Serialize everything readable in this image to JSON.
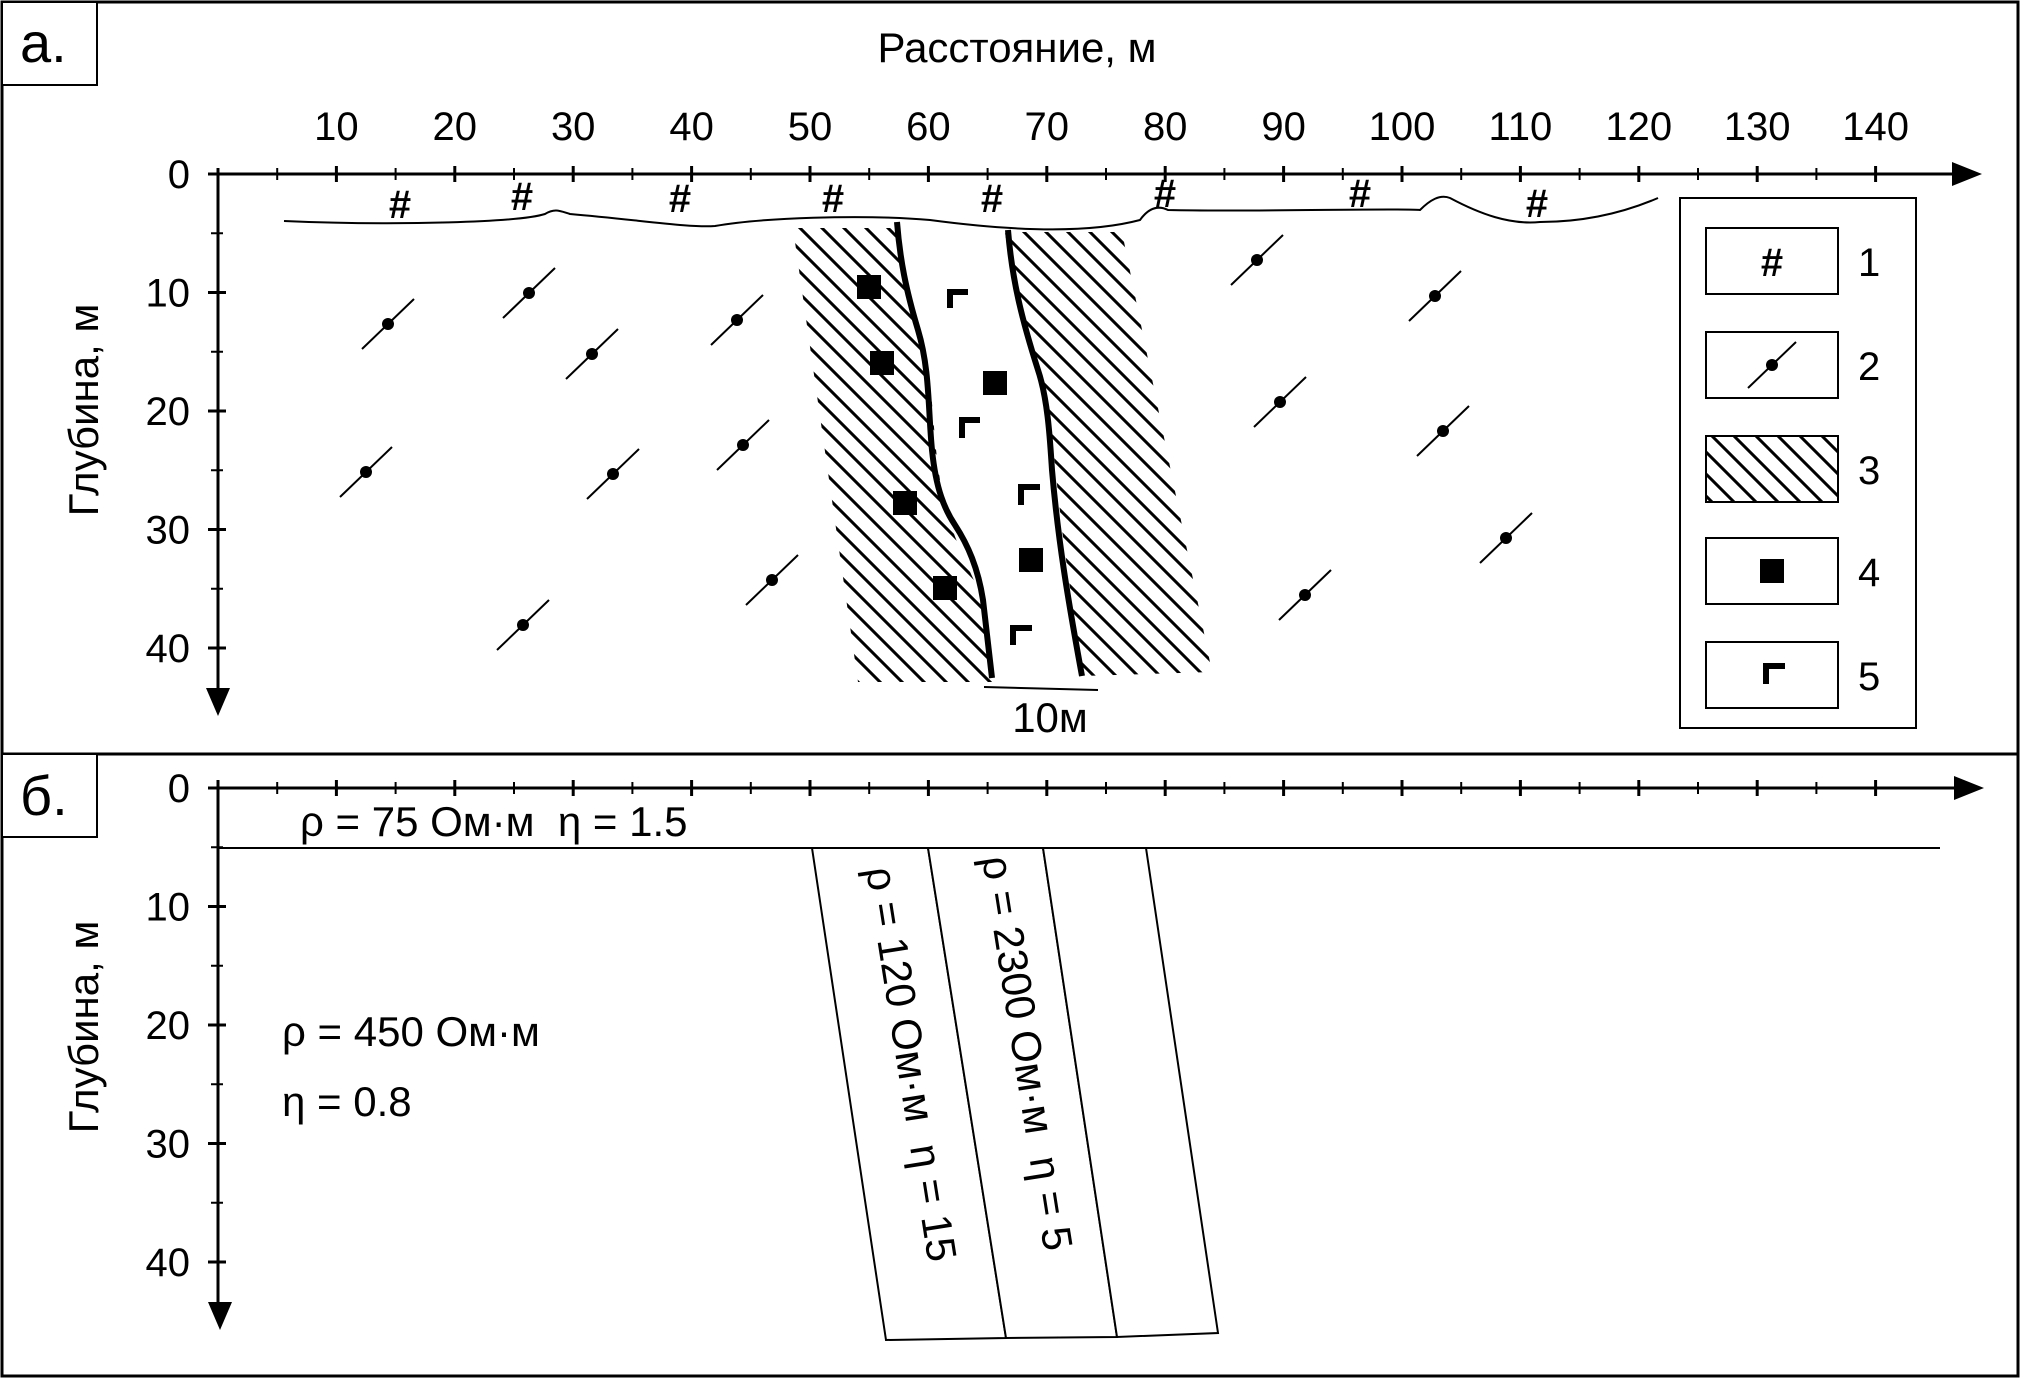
{
  "panel_a": {
    "label": "а.",
    "x_axis_title": "Расстояние, м",
    "y_axis_title": "Глубина, м",
    "x_ticks": [
      "10",
      "20",
      "30",
      "40",
      "50",
      "60",
      "70",
      "80",
      "90",
      "100",
      "110",
      "120",
      "130",
      "140"
    ],
    "y_ticks": [
      "0",
      "10",
      "20",
      "30",
      "40"
    ],
    "scale_bar": "10м",
    "legend": [
      {
        "num": "1",
        "icon": "hash-symbol-icon",
        "symbol": "#"
      },
      {
        "num": "2",
        "icon": "dip-tick-icon"
      },
      {
        "num": "3",
        "icon": "diagonal-hatch-icon"
      },
      {
        "num": "4",
        "icon": "filled-square-icon"
      },
      {
        "num": "5",
        "icon": "corner-bracket-icon"
      }
    ],
    "topsoil_symbol": "#"
  },
  "panel_b": {
    "label": "б.",
    "y_axis_title": "Глубина, м",
    "y_ticks": [
      "0",
      "10",
      "20",
      "30",
      "40"
    ],
    "top_layer": "ρ = 75 Ом·м  η = 1.5",
    "host_rho": "ρ = 450 Ом·м",
    "host_eta": "η = 0.8",
    "dyke1": "ρ = 120 Ом·м  η = 15",
    "dyke2": "ρ = 2300 Ом·м  η = 5"
  }
}
